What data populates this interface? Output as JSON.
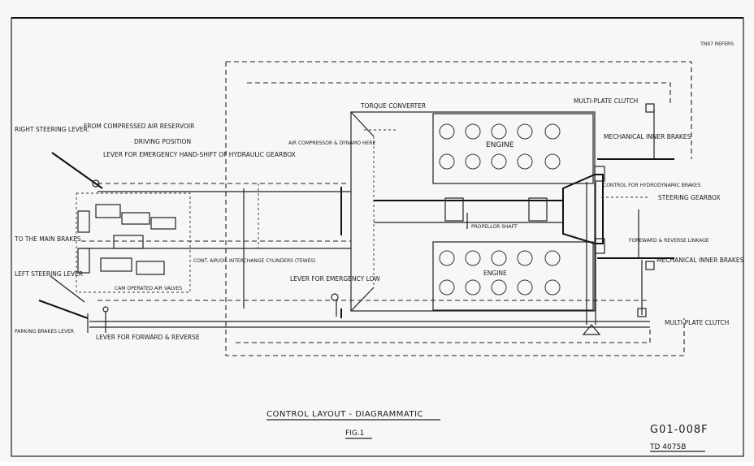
{
  "sheet": {
    "corner_ref": "TN97 REFERS",
    "title": "CONTROL LAYOUT - DIAGRAMMATIC",
    "figure": "FIG.1",
    "drawing_no": "G01-008F",
    "doc_no": "TD 4075B"
  },
  "labels": {
    "right_steering_lever": "RIGHT STEERING LEVER.",
    "from_air_reservoir": "FROM COMPRESSED AIR RESERVOIR",
    "lever_emergency_hand": "LEVER FOR EMERGENCY HAND-SHIFT OF HYDRAULIC GEARBOX",
    "driving_position": "DRIVING POSITION",
    "to_main_brakes": "TO THE MAIN BRAKES",
    "left_steering_lever": "LEFT STEERING LEVER",
    "cam_air_valves": "CAM OPERATED AIR VALVES",
    "air_oil_cylinders": "CONT. AIR/OIL INTERCHANGE CYLINDERS (TEWES)",
    "parking_brakes_lever": "PARKING BRAKES LEVER",
    "lever_forward_reverse": "LEVER FOR FORWARD & REVERSE",
    "lever_emergency_low": "LEVER FOR EMERGENCY LOW",
    "torque_converter": "TORQUE CONVERTER",
    "air_compressor": "AIR COMPRESSOR & DYNAMO HERE",
    "engine_top": "ENGINE",
    "engine_bottom": "ENGINE",
    "propellor_shaft": "PROPELLOR SHAFT",
    "multi_plate_clutch_top": "MULTI-PLATE CLUTCH",
    "mech_inner_brakes_top": "MECHANICAL INNER BRAKES",
    "control_hydrodynamic": "CONTROL FOR HYDRODYNAMIC BRAKES",
    "steering_gearbox": "STEERING GEARBOX",
    "forward_reverse_linkage": "FOREWARD & REVERSE LINKAGE",
    "mech_inner_brakes_bottom": "MECHANICAL INNER BRAKES",
    "multi_plate_clutch_bottom": "MULTI-PLATE CLUTCH"
  }
}
